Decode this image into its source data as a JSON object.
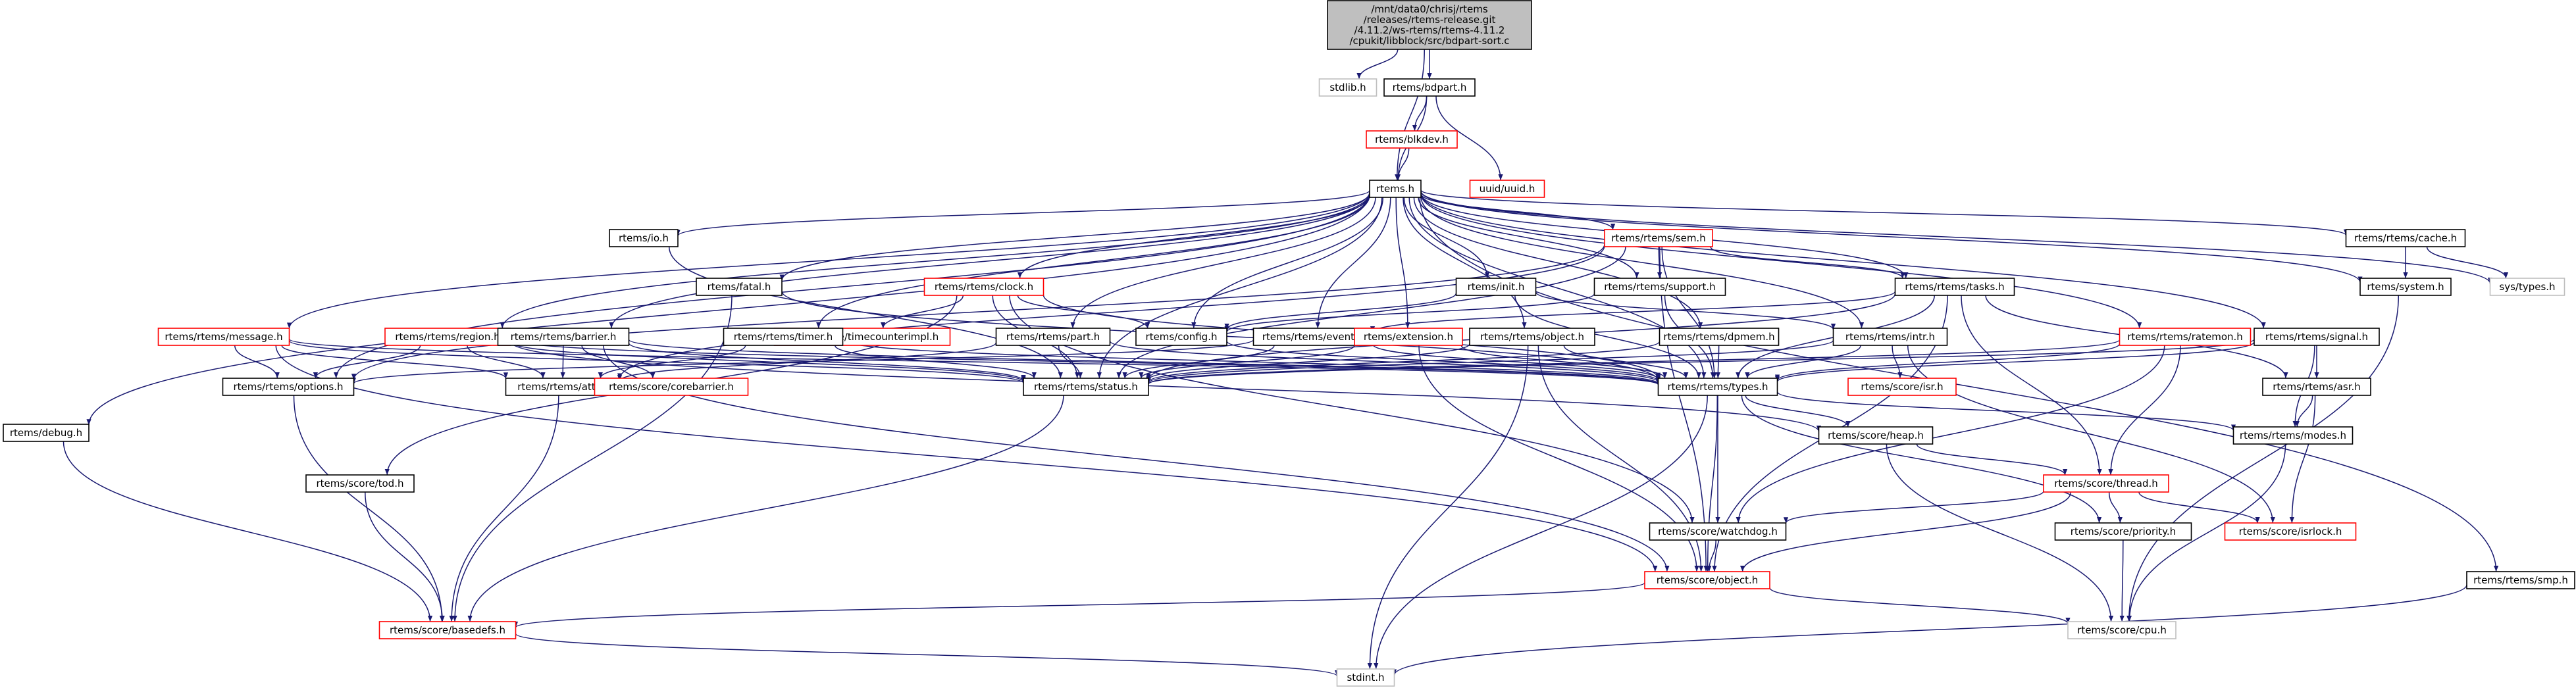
{
  "colors": {
    "background": "#ffffff",
    "edge": "#191970",
    "border_normal": "#000000",
    "border_incomplete": "#ff0000",
    "border_system": "#bfbfbf",
    "fill_root": "#bfbfbf",
    "fill_normal": "#ffffff"
  },
  "nodes": [
    {
      "id": "root",
      "label": [
        "/mnt/data0/chrisj/rtems",
        "/releases/rtems-release.git",
        "/4.11.2/ws-rtems/rtems-4.11.2",
        "/cpukit/libblock/src/bdpart-sort.c"
      ],
      "kind": "root"
    },
    {
      "id": "stdlib",
      "label": [
        "stdlib.h"
      ],
      "kind": "system"
    },
    {
      "id": "bdpart",
      "label": [
        "rtems/bdpart.h"
      ],
      "kind": "normal"
    },
    {
      "id": "blkdev",
      "label": [
        "rtems/blkdev.h"
      ],
      "kind": "incomplete"
    },
    {
      "id": "uuid",
      "label": [
        "uuid/uuid.h"
      ],
      "kind": "incomplete"
    },
    {
      "id": "rtems",
      "label": [
        "rtems.h"
      ],
      "kind": "normal"
    },
    {
      "id": "debug",
      "label": [
        "rtems/debug.h"
      ],
      "kind": "normal"
    },
    {
      "id": "message",
      "label": [
        "rtems/rtems/message.h"
      ],
      "kind": "incomplete"
    },
    {
      "id": "options",
      "label": [
        "rtems/rtems/options.h"
      ],
      "kind": "normal"
    },
    {
      "id": "region",
      "label": [
        "rtems/rtems/region.h"
      ],
      "kind": "incomplete"
    },
    {
      "id": "barrier",
      "label": [
        "rtems/rtems/barrier.h"
      ],
      "kind": "normal"
    },
    {
      "id": "attr",
      "label": [
        "rtems/rtems/attr.h"
      ],
      "kind": "normal"
    },
    {
      "id": "corebarrier",
      "label": [
        "rtems/score/corebarrier.h"
      ],
      "kind": "incomplete"
    },
    {
      "id": "io",
      "label": [
        "rtems/io.h"
      ],
      "kind": "normal"
    },
    {
      "id": "fatal",
      "label": [
        "rtems/fatal.h"
      ],
      "kind": "normal"
    },
    {
      "id": "clock",
      "label": [
        "rtems/rtems/clock.h"
      ],
      "kind": "incomplete"
    },
    {
      "id": "timecounter",
      "label": [
        "rtems/score/timecounterimpl.h"
      ],
      "kind": "incomplete"
    },
    {
      "id": "timer",
      "label": [
        "rtems/rtems/timer.h"
      ],
      "kind": "normal"
    },
    {
      "id": "part",
      "label": [
        "rtems/rtems/part.h"
      ],
      "kind": "normal"
    },
    {
      "id": "status",
      "label": [
        "rtems/rtems/status.h"
      ],
      "kind": "normal"
    },
    {
      "id": "config",
      "label": [
        "rtems/config.h"
      ],
      "kind": "normal"
    },
    {
      "id": "sem",
      "label": [
        "rtems/rtems/sem.h"
      ],
      "kind": "incomplete"
    },
    {
      "id": "support",
      "label": [
        "rtems/rtems/support.h"
      ],
      "kind": "normal"
    },
    {
      "id": "init",
      "label": [
        "rtems/init.h"
      ],
      "kind": "normal"
    },
    {
      "id": "event",
      "label": [
        "rtems/rtems/event.h"
      ],
      "kind": "normal"
    },
    {
      "id": "extension",
      "label": [
        "rtems/extension.h"
      ],
      "kind": "incomplete"
    },
    {
      "id": "object",
      "label": [
        "rtems/rtems/object.h"
      ],
      "kind": "normal"
    },
    {
      "id": "dpmem",
      "label": [
        "rtems/rtems/dpmem.h"
      ],
      "kind": "normal"
    },
    {
      "id": "tasks",
      "label": [
        "rtems/rtems/tasks.h"
      ],
      "kind": "normal"
    },
    {
      "id": "intr",
      "label": [
        "rtems/rtems/intr.h"
      ],
      "kind": "normal"
    },
    {
      "id": "isr",
      "label": [
        "rtems/score/isr.h"
      ],
      "kind": "incomplete"
    },
    {
      "id": "ratemon",
      "label": [
        "rtems/rtems/ratemon.h"
      ],
      "kind": "incomplete"
    },
    {
      "id": "signal",
      "label": [
        "rtems/rtems/signal.h"
      ],
      "kind": "normal"
    },
    {
      "id": "asr",
      "label": [
        "rtems/rtems/asr.h"
      ],
      "kind": "normal"
    },
    {
      "id": "modes",
      "label": [
        "rtems/rtems/modes.h"
      ],
      "kind": "normal"
    },
    {
      "id": "types",
      "label": [
        "rtems/rtems/types.h"
      ],
      "kind": "normal"
    },
    {
      "id": "cache",
      "label": [
        "rtems/rtems/cache.h"
      ],
      "kind": "normal"
    },
    {
      "id": "system",
      "label": [
        "rtems/system.h"
      ],
      "kind": "normal"
    },
    {
      "id": "systypes",
      "label": [
        "sys/types.h"
      ],
      "kind": "system"
    },
    {
      "id": "tod",
      "label": [
        "rtems/score/tod.h"
      ],
      "kind": "normal"
    },
    {
      "id": "heap",
      "label": [
        "rtems/score/heap.h"
      ],
      "kind": "normal"
    },
    {
      "id": "thread",
      "label": [
        "rtems/score/thread.h"
      ],
      "kind": "incomplete"
    },
    {
      "id": "watchdog",
      "label": [
        "rtems/score/watchdog.h"
      ],
      "kind": "normal"
    },
    {
      "id": "priority",
      "label": [
        "rtems/score/priority.h"
      ],
      "kind": "normal"
    },
    {
      "id": "isrlock",
      "label": [
        "rtems/score/isrlock.h"
      ],
      "kind": "incomplete"
    },
    {
      "id": "scoreobject",
      "label": [
        "rtems/score/object.h"
      ],
      "kind": "incomplete"
    },
    {
      "id": "basedefs",
      "label": [
        "rtems/score/basedefs.h"
      ],
      "kind": "incomplete"
    },
    {
      "id": "cpu",
      "label": [
        "rtems/score/cpu.h"
      ],
      "kind": "system"
    },
    {
      "id": "smp",
      "label": [
        "rtems/rtems/smp.h"
      ],
      "kind": "normal"
    },
    {
      "id": "stdint",
      "label": [
        "stdint.h"
      ],
      "kind": "system"
    }
  ],
  "edges": [
    [
      "root",
      "stdlib"
    ],
    [
      "root",
      "bdpart"
    ],
    [
      "root",
      "rtems"
    ],
    [
      "bdpart",
      "blkdev"
    ],
    [
      "bdpart",
      "uuid"
    ],
    [
      "bdpart",
      "rtems"
    ],
    [
      "blkdev",
      "rtems"
    ],
    [
      "rtems",
      "debug"
    ],
    [
      "rtems",
      "message"
    ],
    [
      "rtems",
      "options"
    ],
    [
      "rtems",
      "region"
    ],
    [
      "rtems",
      "barrier"
    ],
    [
      "rtems",
      "io"
    ],
    [
      "rtems",
      "fatal"
    ],
    [
      "rtems",
      "clock"
    ],
    [
      "rtems",
      "timer"
    ],
    [
      "rtems",
      "part"
    ],
    [
      "rtems",
      "status"
    ],
    [
      "rtems",
      "config"
    ],
    [
      "rtems",
      "sem"
    ],
    [
      "rtems",
      "support"
    ],
    [
      "rtems",
      "init"
    ],
    [
      "rtems",
      "event"
    ],
    [
      "rtems",
      "extension"
    ],
    [
      "rtems",
      "object"
    ],
    [
      "rtems",
      "dpmem"
    ],
    [
      "rtems",
      "tasks"
    ],
    [
      "rtems",
      "intr"
    ],
    [
      "rtems",
      "ratemon"
    ],
    [
      "rtems",
      "signal"
    ],
    [
      "rtems",
      "types"
    ],
    [
      "rtems",
      "cache"
    ],
    [
      "rtems",
      "system"
    ],
    [
      "rtems",
      "systypes"
    ],
    [
      "rtems",
      "smp"
    ],
    [
      "debug",
      "basedefs"
    ],
    [
      "message",
      "options"
    ],
    [
      "message",
      "attr"
    ],
    [
      "message",
      "status"
    ],
    [
      "message",
      "types"
    ],
    [
      "message",
      "scoreobject"
    ],
    [
      "options",
      "basedefs"
    ],
    [
      "region",
      "options"
    ],
    [
      "region",
      "attr"
    ],
    [
      "region",
      "status"
    ],
    [
      "region",
      "types"
    ],
    [
      "region",
      "heap"
    ],
    [
      "barrier",
      "attr"
    ],
    [
      "barrier",
      "status"
    ],
    [
      "barrier",
      "types"
    ],
    [
      "barrier",
      "corebarrier"
    ],
    [
      "barrier",
      "scoreobject"
    ],
    [
      "attr",
      "basedefs"
    ],
    [
      "io",
      "status"
    ],
    [
      "fatal",
      "basedefs"
    ],
    [
      "fatal",
      "types"
    ],
    [
      "clock",
      "timecounter"
    ],
    [
      "clock",
      "config"
    ],
    [
      "clock",
      "status"
    ],
    [
      "clock",
      "types"
    ],
    [
      "clock",
      "tod"
    ],
    [
      "clock",
      "watchdog"
    ],
    [
      "timer",
      "attr"
    ],
    [
      "timer",
      "status"
    ],
    [
      "timer",
      "types"
    ],
    [
      "part",
      "attr"
    ],
    [
      "part",
      "status"
    ],
    [
      "part",
      "types"
    ],
    [
      "status",
      "basedefs"
    ],
    [
      "config",
      "types"
    ],
    [
      "sem",
      "attr"
    ],
    [
      "sem",
      "options"
    ],
    [
      "sem",
      "status"
    ],
    [
      "sem",
      "support"
    ],
    [
      "sem",
      "tasks"
    ],
    [
      "sem",
      "types"
    ],
    [
      "sem",
      "scoreobject"
    ],
    [
      "support",
      "types"
    ],
    [
      "support",
      "config"
    ],
    [
      "init",
      "config"
    ],
    [
      "init",
      "intr"
    ],
    [
      "init",
      "types"
    ],
    [
      "event",
      "options"
    ],
    [
      "event",
      "status"
    ],
    [
      "event",
      "types"
    ],
    [
      "extension",
      "status"
    ],
    [
      "extension",
      "types"
    ],
    [
      "extension",
      "scoreobject"
    ],
    [
      "object",
      "status"
    ],
    [
      "object",
      "types"
    ],
    [
      "object",
      "scoreobject"
    ],
    [
      "object",
      "stdint"
    ],
    [
      "dpmem",
      "status"
    ],
    [
      "dpmem",
      "types"
    ],
    [
      "tasks",
      "event"
    ],
    [
      "tasks",
      "status"
    ],
    [
      "tasks",
      "types"
    ],
    [
      "tasks",
      "asr"
    ],
    [
      "tasks",
      "thread"
    ],
    [
      "tasks",
      "scoreobject"
    ],
    [
      "intr",
      "isr"
    ],
    [
      "intr",
      "status"
    ],
    [
      "intr",
      "types"
    ],
    [
      "intr",
      "isrlock"
    ],
    [
      "ratemon",
      "status"
    ],
    [
      "ratemon",
      "types"
    ],
    [
      "ratemon",
      "thread"
    ],
    [
      "ratemon",
      "watchdog"
    ],
    [
      "signal",
      "asr"
    ],
    [
      "signal",
      "modes"
    ],
    [
      "signal",
      "types"
    ],
    [
      "signal",
      "status"
    ],
    [
      "asr",
      "modes"
    ],
    [
      "asr",
      "isrlock"
    ],
    [
      "modes",
      "cpu"
    ],
    [
      "types",
      "modes"
    ],
    [
      "types",
      "heap"
    ],
    [
      "types",
      "watchdog"
    ],
    [
      "types",
      "priority"
    ],
    [
      "types",
      "scoreobject"
    ],
    [
      "types",
      "stdint"
    ],
    [
      "cache",
      "system"
    ],
    [
      "cache",
      "systypes"
    ],
    [
      "system",
      "cpu"
    ],
    [
      "tod",
      "basedefs"
    ],
    [
      "heap",
      "thread"
    ],
    [
      "heap",
      "cpu"
    ],
    [
      "thread",
      "watchdog"
    ],
    [
      "thread",
      "priority"
    ],
    [
      "thread",
      "isrlock"
    ],
    [
      "thread",
      "scoreobject"
    ],
    [
      "watchdog",
      "scoreobject"
    ],
    [
      "priority",
      "cpu"
    ],
    [
      "scoreobject",
      "basedefs"
    ],
    [
      "scoreobject",
      "cpu"
    ],
    [
      "basedefs",
      "stdint"
    ],
    [
      "smp",
      "stdint"
    ]
  ]
}
